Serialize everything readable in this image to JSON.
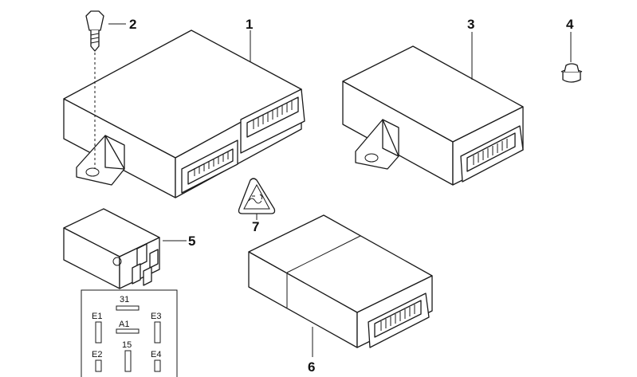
{
  "callouts": {
    "c1": "1",
    "c2": "2",
    "c3": "3",
    "c4": "4",
    "c5": "5",
    "c6": "6",
    "c7": "7"
  },
  "pinout": {
    "p31": "31",
    "e1": "E1",
    "e3": "E3",
    "a1": "A1",
    "p15": "15",
    "e2": "E2",
    "e4": "E4"
  },
  "colors": {
    "line": "#1a1a1a",
    "background": "#ffffff"
  }
}
